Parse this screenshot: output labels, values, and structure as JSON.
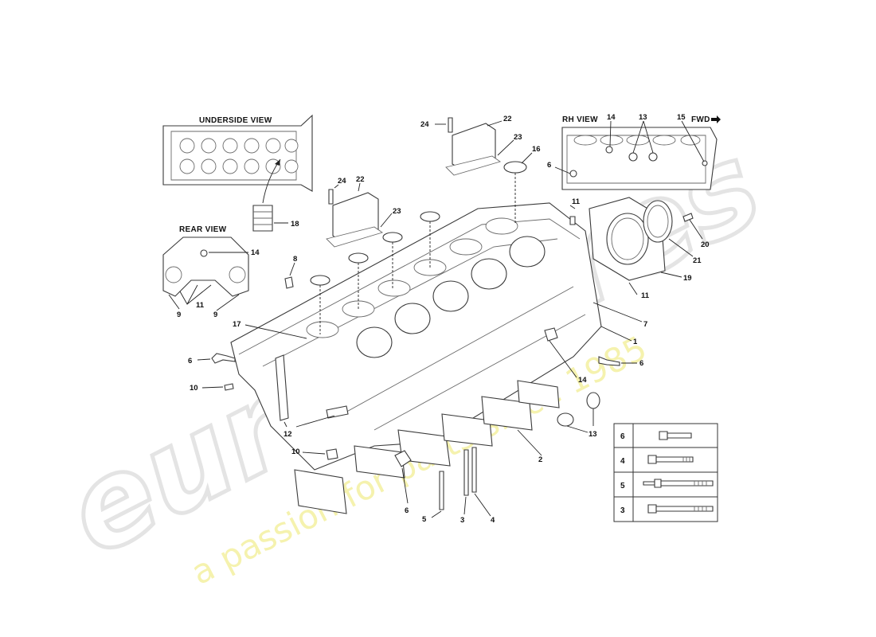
{
  "views": {
    "underside": "UNDERSIDE  VIEW",
    "rear": "REAR  VIEW",
    "rh": "RH  VIEW",
    "fwd": "FWD"
  },
  "callouts": {
    "c1": "1",
    "c2": "2",
    "c3": "3",
    "c4": "4",
    "c5": "5",
    "c6a": "6",
    "c6b": "6",
    "c6c": "6",
    "c6d": "6",
    "c7": "7",
    "c8": "8",
    "c9a": "9",
    "c9b": "9",
    "c10a": "10",
    "c10b": "10",
    "c11a": "11",
    "c11b": "11",
    "c11c": "11",
    "c12": "12",
    "c13a": "13",
    "c13b": "13",
    "c14a": "14",
    "c14b": "14",
    "c14c": "14",
    "c15": "15",
    "c16": "16",
    "c17": "17",
    "c18": "18",
    "c19": "19",
    "c20": "20",
    "c21": "21",
    "c22a": "22",
    "c22b": "22",
    "c23a": "23",
    "c23b": "23",
    "c24a": "24",
    "c24b": "24"
  },
  "bolt_table": {
    "rows": [
      "6",
      "4",
      "5",
      "3"
    ]
  },
  "watermark": {
    "brand": "eurospares",
    "tagline": "a passion for parts since 1985"
  }
}
